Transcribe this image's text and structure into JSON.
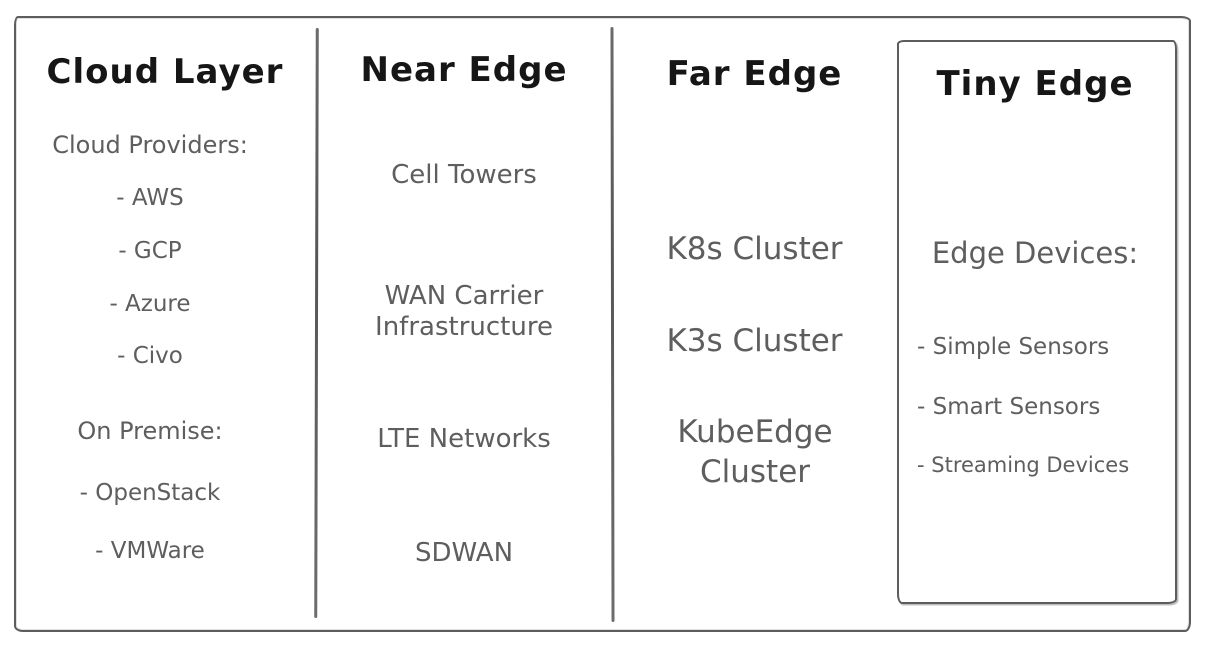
{
  "diagram": {
    "colors": {
      "background": "#ffffff",
      "title_ink": "#161616",
      "body_ink": "#5e5e5e",
      "line_ink": "#5d5d5d"
    },
    "columns": {
      "cloud": {
        "title": "Cloud Layer",
        "providers_heading": "Cloud Providers:",
        "providers": [
          "- AWS",
          "- GCP",
          "- Azure",
          "- Civo"
        ],
        "onprem_heading": "On Premise:",
        "onprem": [
          "- OpenStack",
          "- VMWare"
        ]
      },
      "near": {
        "title": "Near Edge",
        "items": [
          "Cell Towers",
          "WAN Carrier Infrastructure",
          "LTE Networks",
          "SDWAN"
        ]
      },
      "far": {
        "title": "Far Edge",
        "items": [
          "K8s Cluster",
          "K3s Cluster",
          "KubeEdge Cluster"
        ]
      },
      "tiny": {
        "title": "Tiny Edge",
        "devices_heading": "Edge Devices:",
        "devices": [
          "- Simple Sensors",
          "- Smart Sensors",
          "- Streaming Devices"
        ]
      }
    }
  }
}
